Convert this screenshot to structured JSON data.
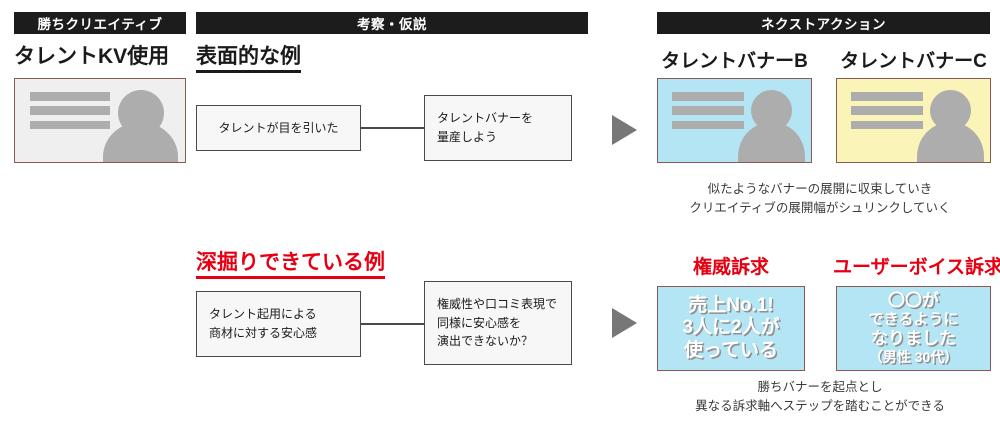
{
  "columns": {
    "winning_creative": "勝ちクリエイティブ",
    "hypothesis": "考察・仮説",
    "next_action": "ネクストアクション"
  },
  "top_row": {
    "creative_title": "タレントKV使用",
    "section_title": "表面的な例",
    "flow": {
      "observation": "タレントが目を引いた",
      "action_line1": "タレントバナーを",
      "action_line2": "量産しよう"
    },
    "banners": [
      {
        "label": "タレントバナーB",
        "color": "#b3e5f4"
      },
      {
        "label": "タレントバナーC",
        "color": "#faf4b9"
      }
    ],
    "caption_line1": "似たようなバナーの展開に収束していき",
    "caption_line2": "クリエイティブの展開幅がシュリンクしていく"
  },
  "bottom_row": {
    "section_title": "深掘りできている例",
    "flow": {
      "insight_line1": "タレント起用による",
      "insight_line2": "商材に対する安心感",
      "idea_line1": "権威性や口コミ表現で",
      "idea_line2": "同様に安心感を",
      "idea_line3": "演出できないか？"
    },
    "banners": [
      {
        "label": "権威訴求",
        "copy_line1": "売上No.1!",
        "copy_line2": "3人に2人が",
        "copy_line3": "使っている"
      },
      {
        "label": "ユーザーボイス訴求",
        "copy_line1": "〇〇が",
        "copy_line2": "できるように",
        "copy_line3": "なりました",
        "copy_line4": "（男性 30代）"
      }
    ],
    "caption_line1": "勝ちバナーを起点とし",
    "caption_line2": "異なる訴求軸へステップを踏むことができる"
  },
  "colors": {
    "header_bar": "#1c1c1c",
    "accent_red": "#e60012",
    "banner_blue": "#b3e5f4",
    "banner_yellow": "#faf4b9",
    "thumb_border": "#8a5a52",
    "arrow_gray": "#777777"
  }
}
